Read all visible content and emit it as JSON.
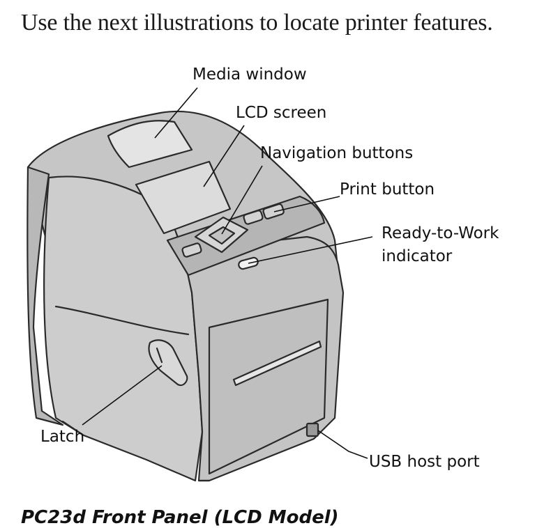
{
  "intro_text": "Use the next illustrations to locate printer features.",
  "labels": {
    "media_window": "Media window",
    "lcd_screen": "LCD screen",
    "navigation_buttons": "Navigation buttons",
    "print_button": "Print button",
    "ready_to_work_line1": "Ready-to-Work",
    "ready_to_work_line2": "indicator",
    "latch": "Latch",
    "usb_host_port": "USB host port"
  },
  "caption": "PC23d Front Panel (LCD Model)",
  "colors": {
    "body_fill": "#c9c9c9",
    "panel_fill": "#bdbdbd",
    "outline": "#2a2a2a"
  }
}
